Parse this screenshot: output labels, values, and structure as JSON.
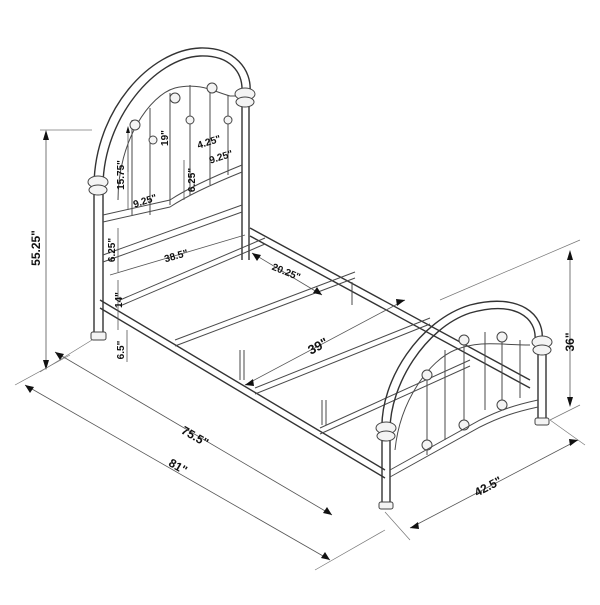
{
  "diagram": {
    "subject": "Metal bed frame with arched headboard and footboard",
    "dimensions": {
      "overall_height": "55.25\"",
      "footboard_height": "36\"",
      "overall_length": "81\"",
      "inner_length": "75.5\"",
      "overall_width": "42.5\"",
      "inner_width": "39\"",
      "rail_length": "38.5\"",
      "slat_spacing": "20.25\"",
      "headboard_arch_height": "19\"",
      "headboard_panel_height": "15.75\"",
      "headboard_upper_spacing": "4.25\"",
      "headboard_panel_width_right": "9.25\"",
      "headboard_panel_width_left": "9.25\"",
      "headboard_lower_spacing": "6.25\"",
      "headboard_rail_gap": "6.25\"",
      "side_rail_height": "14\"",
      "ground_clearance": "6.5\""
    }
  }
}
